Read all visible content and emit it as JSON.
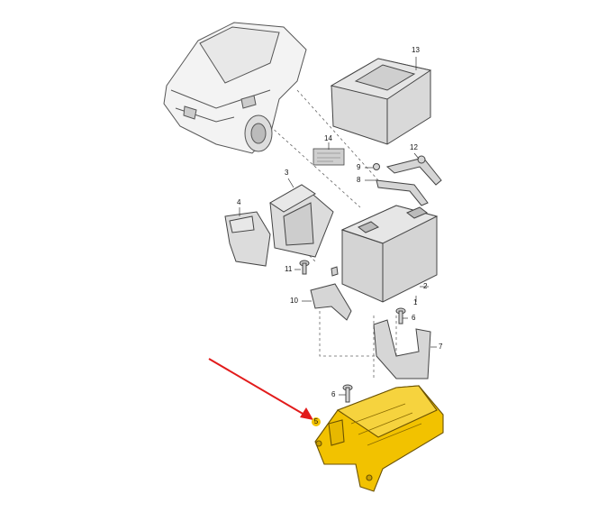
{
  "diagram": {
    "callouts": [
      {
        "id": "c13",
        "label": "13"
      },
      {
        "id": "c14",
        "label": "14"
      },
      {
        "id": "c12",
        "label": "12"
      },
      {
        "id": "c9",
        "label": "9"
      },
      {
        "id": "c8",
        "label": "8"
      },
      {
        "id": "c3",
        "label": "3"
      },
      {
        "id": "c4",
        "label": "4"
      },
      {
        "id": "c2",
        "label": "2"
      },
      {
        "id": "c1",
        "label": "1"
      },
      {
        "id": "c11",
        "label": "11"
      },
      {
        "id": "c10",
        "label": "10"
      },
      {
        "id": "c6a",
        "label": "6"
      },
      {
        "id": "c7",
        "label": "7"
      },
      {
        "id": "c6b",
        "label": "6"
      },
      {
        "id": "c5",
        "label": "5"
      }
    ],
    "highlight_color": "#f2c200",
    "arrow_color": "#e21b1b",
    "icons": {
      "vehicle": "suv-vehicle-icon",
      "arrow": "red-pointer-arrow-icon"
    }
  }
}
